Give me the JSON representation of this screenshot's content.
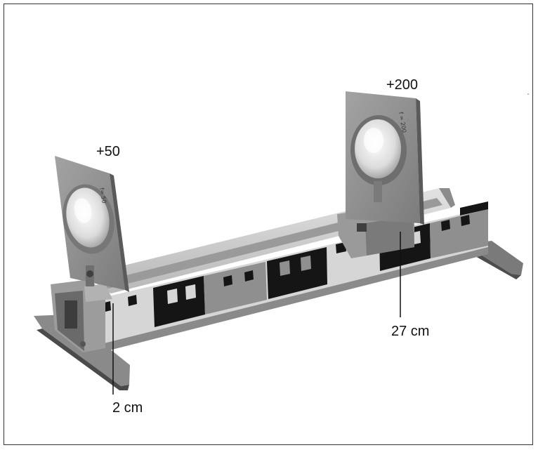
{
  "labels": {
    "lens_left_power": "+50",
    "lens_right_power": "+200",
    "left_position": "2 cm",
    "right_position": "27 cm"
  },
  "colors": {
    "holder": "#8f8f8f",
    "holder_dark": "#6e6e6e",
    "rail_light": "#d9d9d9",
    "rail_dark": "#111111",
    "lens_glass": "#e8e8e8"
  }
}
